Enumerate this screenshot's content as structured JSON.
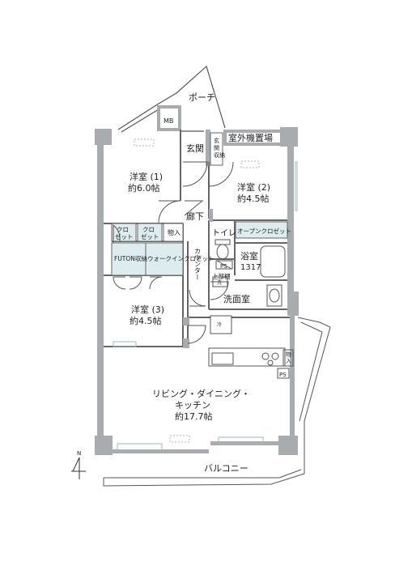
{
  "labels": {
    "porch": "ポーチ",
    "mb": "MB",
    "genkan": "玄関",
    "genkan_storage": "玄関収納",
    "outdoor_unit": "室外機置場",
    "room1_name": "洋室 (1)",
    "room1_size": "約6.0帖",
    "room2_name": "洋室 (2)",
    "room2_size": "約4.5帖",
    "hallway": "廊下",
    "toilet": "トイレ",
    "open_closet": "オープンクロゼット",
    "closet_a": "クロゼット",
    "closet_b": "クロゼット",
    "monoire": "物入",
    "futon": "FUTON収納",
    "walkin": "ウォークインクロゼット",
    "counter": "カウンター",
    "ps": "PS",
    "upper_shelf": "上部棚",
    "wash": "洗",
    "bath_name": "浴室",
    "bath_size": "1317",
    "washroom": "洗面室",
    "room3_name": "洋室 (3)",
    "room3_size": "約4.5帖",
    "fridge": "冷",
    "kitchen_storage": "物入",
    "ps_kitchen": "PS",
    "ldk_line1": "リビング・ダイニング・",
    "ldk_line2": "キッチン",
    "ldk_size": "約17.7帖",
    "north": "N",
    "balcony": "バルコニー"
  },
  "colors": {
    "wall": "#a9acae",
    "line": "#555555",
    "storage_fill": "#dcecef",
    "window": "#9fb7bd"
  }
}
